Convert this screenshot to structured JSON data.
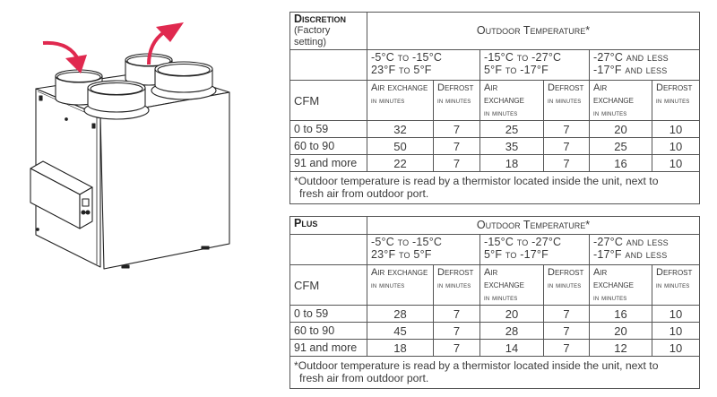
{
  "illustration": {
    "subject": "HRV/ERV ventilation unit with four round ports and side-mounted control box",
    "arrow_color": "#e0294f",
    "arrows": [
      "intake-arrow-down",
      "exhaust-arrow-up"
    ]
  },
  "tables": [
    {
      "mode_title": "Discretion",
      "mode_subtitle": "(Factory setting)",
      "group_header": "Outdoor Temperature*",
      "ranges": [
        {
          "line1": "-5°C to -15°C",
          "line2": "23°F to 5°F"
        },
        {
          "line1": "-15°C to -27°C",
          "line2": "5°F to -17°F"
        },
        {
          "line1": "-27°C and less",
          "line2": "-17°F and less"
        }
      ],
      "cfm_label": "CFM",
      "subheaders": [
        {
          "line1": "Air exchange",
          "line2": "in minutes"
        },
        {
          "line1": "Defrost",
          "line2": "in minutes"
        },
        {
          "line1": "Air exchange",
          "line2": "in minutes"
        },
        {
          "line1": "Defrost",
          "line2": "in minutes"
        },
        {
          "line1": "Air exchange",
          "line2": "in minutes"
        },
        {
          "line1": "Defrost",
          "line2": "in minutes"
        }
      ],
      "rows": [
        {
          "cfm": "0 to 59",
          "values": [
            "32",
            "7",
            "25",
            "7",
            "20",
            "10"
          ]
        },
        {
          "cfm": "60 to 90",
          "values": [
            "50",
            "7",
            "35",
            "7",
            "25",
            "10"
          ]
        },
        {
          "cfm": "91 and more",
          "values": [
            "22",
            "7",
            "18",
            "7",
            "16",
            "10"
          ]
        }
      ],
      "footnote_line1": "*Outdoor temperature is read by a thermistor located inside the unit, next to",
      "footnote_line2": "fresh air from outdoor port."
    },
    {
      "mode_title": "Plus",
      "mode_subtitle": "",
      "group_header": "Outdoor Temperature*",
      "ranges": [
        {
          "line1": "-5°C to -15°C",
          "line2": "23°F to 5°F"
        },
        {
          "line1": "-15°C to -27°C",
          "line2": "5°F to -17°F"
        },
        {
          "line1": "-27°C and less",
          "line2": "-17°F and less"
        }
      ],
      "cfm_label": "CFM",
      "subheaders": [
        {
          "line1": "Air exchange",
          "line2": "in minutes"
        },
        {
          "line1": "Defrost",
          "line2": "in minutes"
        },
        {
          "line1": "Air exchange",
          "line2": "in minutes"
        },
        {
          "line1": "Defrost",
          "line2": "in minutes"
        },
        {
          "line1": "Air exchange",
          "line2": "in minutes"
        },
        {
          "line1": "Defrost",
          "line2": "in minutes"
        }
      ],
      "rows": [
        {
          "cfm": "0 to 59",
          "values": [
            "28",
            "7",
            "20",
            "7",
            "16",
            "10"
          ]
        },
        {
          "cfm": "60 to 90",
          "values": [
            "45",
            "7",
            "28",
            "7",
            "20",
            "10"
          ]
        },
        {
          "cfm": "91 and more",
          "values": [
            "18",
            "7",
            "14",
            "7",
            "12",
            "10"
          ]
        }
      ],
      "footnote_line1": "*Outdoor temperature is read by a thermistor located inside the unit, next to",
      "footnote_line2": "fresh air from outdoor port."
    }
  ]
}
